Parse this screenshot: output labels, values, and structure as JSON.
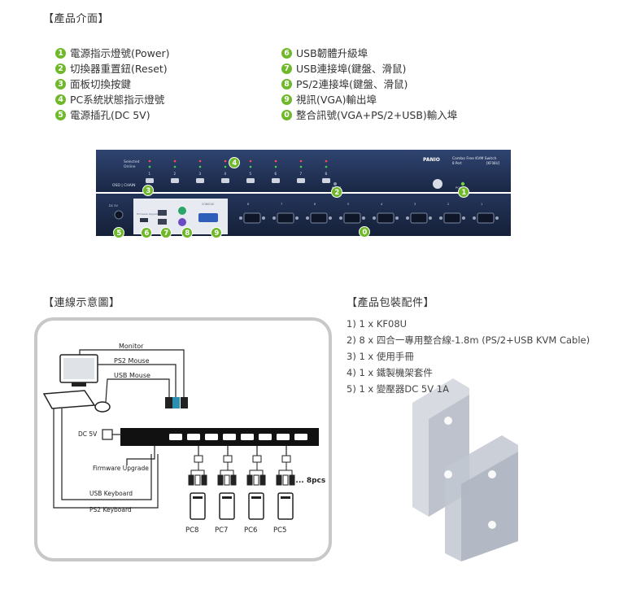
{
  "product_panel": {
    "title": "【產品介面】",
    "left_items": [
      {
        "num": "1",
        "label": "電源指示燈號(Power)"
      },
      {
        "num": "2",
        "label": "切換器重置鈕(Reset)"
      },
      {
        "num": "3",
        "label": "面板切換按鍵"
      },
      {
        "num": "4",
        "label": "PC系統狀態指示燈號"
      },
      {
        "num": "5",
        "label": "電源插孔(DC 5V)"
      }
    ],
    "right_items": [
      {
        "num": "6",
        "label": "USB韌體升級埠"
      },
      {
        "num": "7",
        "label": "USB連接埠(鍵盤、滑鼠)"
      },
      {
        "num": "8",
        "label": "PS/2連接埠(鍵盤、滑鼠)"
      },
      {
        "num": "9",
        "label": "視訊(VGA)輸出埠"
      },
      {
        "num": "0",
        "label": "整合訊號(VGA+PS/2+USB)輸入埠"
      }
    ],
    "device": {
      "brand": "PANIO",
      "model": "Combo Free KVM Switch",
      "ports": "8 Port",
      "model_code": "[KF08U]",
      "osd_label": "OSD | CHAIN",
      "top_labels": [
        "Selected",
        "Online"
      ],
      "power_label": "POWER",
      "reset_label": "RESET",
      "dc_label": "DC 5V",
      "firmware_label": "Firmware Upgrade",
      "console_label": "CONSOLE",
      "port_numbers": [
        "1",
        "2",
        "3",
        "4",
        "5",
        "6",
        "7",
        "8"
      ],
      "rear_port_numbers": [
        "8",
        "7",
        "6",
        "5",
        "4",
        "3",
        "2",
        "1"
      ],
      "callouts": [
        "1",
        "2",
        "3",
        "4",
        "5",
        "6",
        "7",
        "8",
        "9",
        "0"
      ]
    }
  },
  "connection": {
    "title": "【連線示意圖】",
    "monitor": "Monitor",
    "ps2_mouse": "PS2 Mouse",
    "usb_mouse": "USB Mouse",
    "dc": "DC 5V",
    "firmware": "Firmware Upgrade",
    "usb_keyboard": "USB Keyboard",
    "ps2_keyboard": "PS2 Keyboard",
    "pcs": [
      "PC8",
      "PC7",
      "PC6",
      "PC5"
    ],
    "more": "8pcs"
  },
  "package": {
    "title": "【產品包裝配件】",
    "items": [
      "1) 1 x KF08U",
      "2) 8 x 四合一專用整合線-1.8m (PS/2+USB KVM Cable)",
      "3) 1 x 使用手冊",
      "4) 1 x 鐵製機架套件",
      "5) 1 x 變壓器DC 5V 1A"
    ]
  },
  "colors": {
    "panel": "#1c2b4a",
    "panel_light": "#2b3d62",
    "accent_green": "#6fb82a",
    "diagram_border": "#c8c8c8"
  }
}
